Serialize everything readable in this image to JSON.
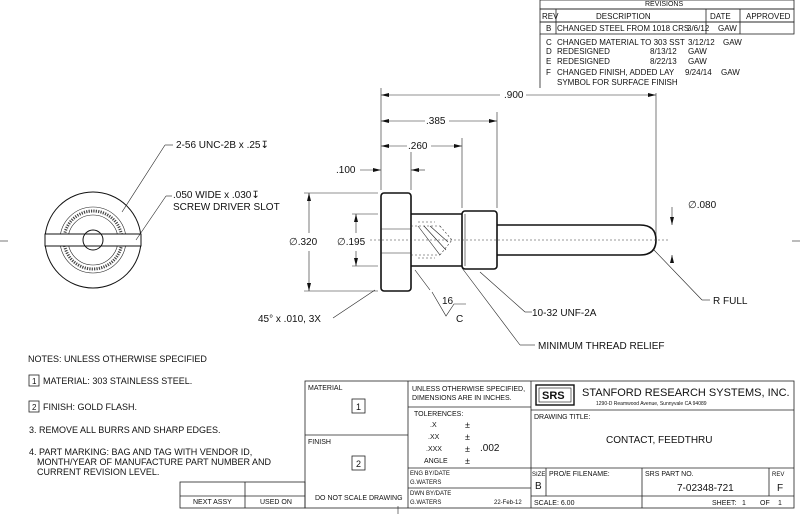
{
  "revisions": {
    "title": "REVISIONS",
    "headers": {
      "rev": "REV",
      "description": "DESCRIPTION",
      "date": "DATE",
      "approved": "APPROVED"
    },
    "rows": [
      {
        "rev": "B",
        "description": "CHANGED STEEL FROM 1018 CRS",
        "date": "3/6/12",
        "approved": "GAW"
      },
      {
        "rev": "C",
        "description": "CHANGED MATERIAL TO 303 SST",
        "date": "3/12/12",
        "approved": "GAW"
      },
      {
        "rev": "D",
        "description": "REDESIGNED",
        "date": "8/13/12",
        "approved": "GAW"
      },
      {
        "rev": "E",
        "description": "REDESIGNED",
        "date": "8/22/13",
        "approved": "GAW"
      },
      {
        "rev": "F",
        "description": "CHANGED FINISH, ADDED LAY",
        "description2": "SYMBOL FOR SURFACE FINISH",
        "date": "9/24/14",
        "approved": "GAW"
      }
    ]
  },
  "dims": {
    "d900": ".900",
    "d385": ".385",
    "d260": ".260",
    "d100": ".100",
    "dia320": "∅.320",
    "dia195": "∅.195",
    "dia080": "∅.080",
    "tap": "2-56 UNC-2B x .25↧",
    "slot1": ".050 WIDE x .030↧",
    "slot2": "SCREW DRIVER SLOT",
    "chamfer": "45° x .010, 3X",
    "finish_val": "16",
    "lay": "C",
    "thread": "10-32 UNF-2A",
    "rfull": "R FULL",
    "relief": "MINIMUM THREAD RELIEF"
  },
  "notes": {
    "header": "NOTES: UNLESS OTHERWISE SPECIFIED",
    "n1_num": "1",
    "n1": "MATERIAL: 303 STAINLESS STEEL.",
    "n2_num": "2",
    "n2": "FINISH: GOLD FLASH.",
    "n3": "3. REMOVE ALL BURRS AND SHARP EDGES.",
    "n4a": "4. PART MARKING: BAG AND TAG WITH VENDOR ID,",
    "n4b": "MONTH/YEAR OF MANUFACTURE PART NUMBER AND",
    "n4c": "CURRENT REVISION LEVEL."
  },
  "titleblock": {
    "material_label": "MATERIAL",
    "material_flag": "1",
    "finish_label": "FINISH",
    "finish_flag": "2",
    "tol1": "UNLESS OTHERWISE SPECIFIED,",
    "tol2": "DIMENSIONS ARE IN INCHES.",
    "tol_header": "TOLERENCES:",
    "tol_x": ".X",
    "tol_xx": ".XX",
    "tol_xxx": ".XXX",
    "tol_angle": "ANGLE",
    "pm": "±",
    "tol_value": ".002",
    "logo": "SRS",
    "company": "STANFORD RESEARCH SYSTEMS, INC.",
    "address": "1290-D Reamwood Avenue, Sunnyvale CA 94089",
    "drawing_title_label": "DRAWING TITLE:",
    "drawing_title": "CONTACT, FEEDTHRU",
    "eng_label": "ENG BY/DATE",
    "eng_by": "G.WATERS",
    "dwn_label": "DWN BY/DATE",
    "dwn_by": "G.WATERS",
    "dwn_date": "22-Feb-12",
    "size_label": "SIZE",
    "size": "B",
    "proe_label": "PRO/E FILENAME:",
    "partno_label": "SRS PART NO.",
    "partno": "7-02348-721",
    "rev_label": "REV",
    "rev": "F",
    "scale_label": "SCALE: 6.00",
    "sheet_label": "SHEET:",
    "sheet": "1",
    "of_label": "OF",
    "of": "1",
    "no_scale": "DO NOT SCALE DRAWING",
    "next_assy": "NEXT ASSY",
    "used_on": "USED ON"
  }
}
